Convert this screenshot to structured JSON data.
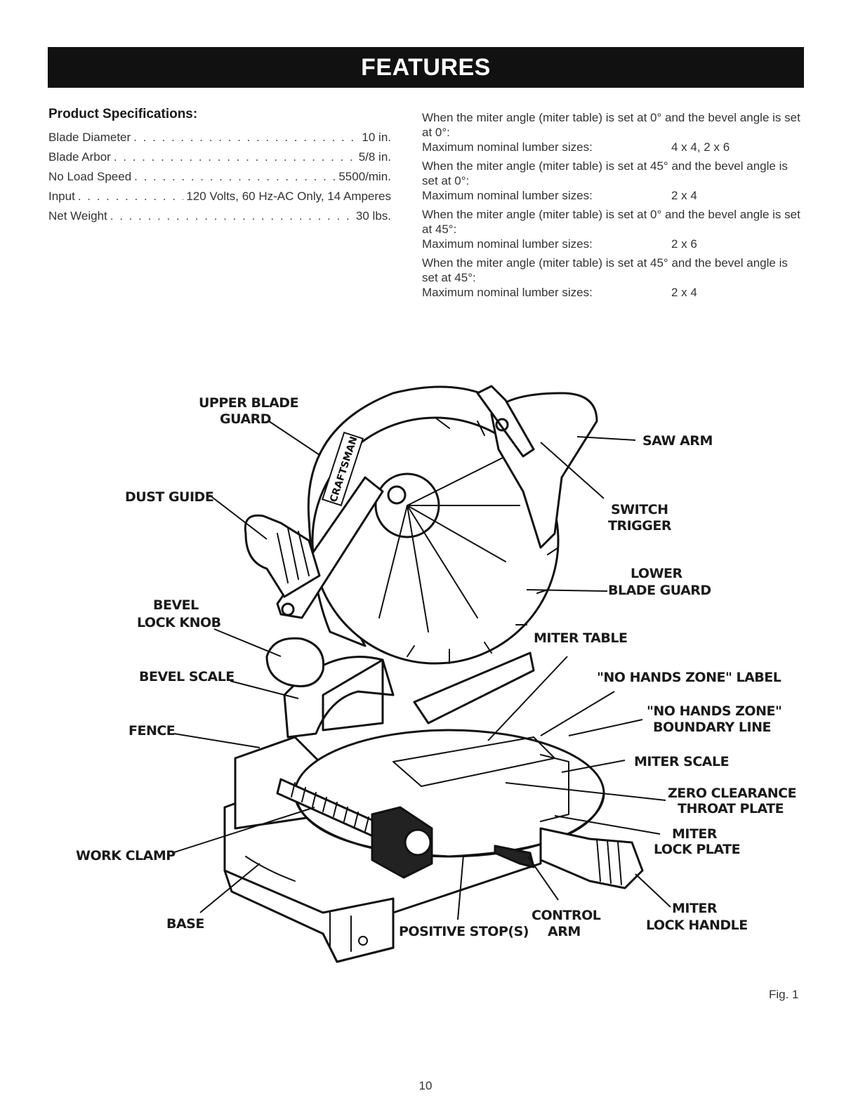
{
  "header": {
    "title": "FEATURES"
  },
  "specs": {
    "title": "Product Specifications:",
    "rows": [
      {
        "label": "Blade Diameter",
        "value": "10 in."
      },
      {
        "label": "Blade Arbor",
        "value": "5/8 in."
      },
      {
        "label": "No Load Speed",
        "value": "5500/min."
      },
      {
        "label": "Input",
        "value": "120 Volts, 60 Hz-AC Only, 14 Amperes"
      },
      {
        "label": "Net Weight",
        "value": "30 lbs."
      }
    ]
  },
  "conditions": [
    {
      "text": "When the miter angle (miter table) is set at 0° and the bevel angle is set at 0°:",
      "max_label": "Maximum nominal lumber sizes:",
      "max_value": "4 x 4, 2 x 6"
    },
    {
      "text": "When the miter angle (miter table) is set at 45° and the bevel angle is set at 0°:",
      "max_label": "Maximum nominal lumber sizes:",
      "max_value": "2 x 4"
    },
    {
      "text": "When the miter angle (miter table) is set at 0° and the bevel angle is set at 45°:",
      "max_label": "Maximum nominal lumber sizes:",
      "max_value": "2 x 6"
    },
    {
      "text": "When the miter angle (miter table) is set at 45° and the bevel angle is set at 45°:",
      "max_label": "Maximum nominal lumber sizes:",
      "max_value": "2 x 4"
    }
  ],
  "diagram": {
    "brand": "CRAFTSMAN",
    "labels": {
      "upper_blade_guard": [
        "UPPER BLADE",
        "GUARD"
      ],
      "dust_guide": "DUST GUIDE",
      "bevel_lock_knob": [
        "BEVEL",
        "LOCK KNOB"
      ],
      "bevel_scale": "BEVEL SCALE",
      "fence": "FENCE",
      "work_clamp": "WORK CLAMP",
      "base": "BASE",
      "positive_stops": "POSITIVE STOP(S)",
      "control_arm": [
        "CONTROL",
        "ARM"
      ],
      "miter_lock_handle": [
        "MITER",
        "LOCK HANDLE"
      ],
      "miter_lock_plate": [
        "MITER",
        "LOCK PLATE"
      ],
      "zero_clearance_throat_plate": [
        "ZERO CLEARANCE",
        "THROAT PLATE"
      ],
      "miter_scale": "MITER SCALE",
      "no_hands_zone_boundary_line": [
        "\"NO HANDS ZONE\"",
        "BOUNDARY LINE"
      ],
      "no_hands_zone_label": "\"NO HANDS ZONE\" LABEL",
      "miter_table": "MITER TABLE",
      "lower_blade_guard": [
        "LOWER",
        "BLADE GUARD"
      ],
      "switch_trigger": [
        "SWITCH",
        "TRIGGER"
      ],
      "saw_arm": "SAW ARM"
    }
  },
  "figure_caption": "Fig. 1",
  "page_number": "10"
}
